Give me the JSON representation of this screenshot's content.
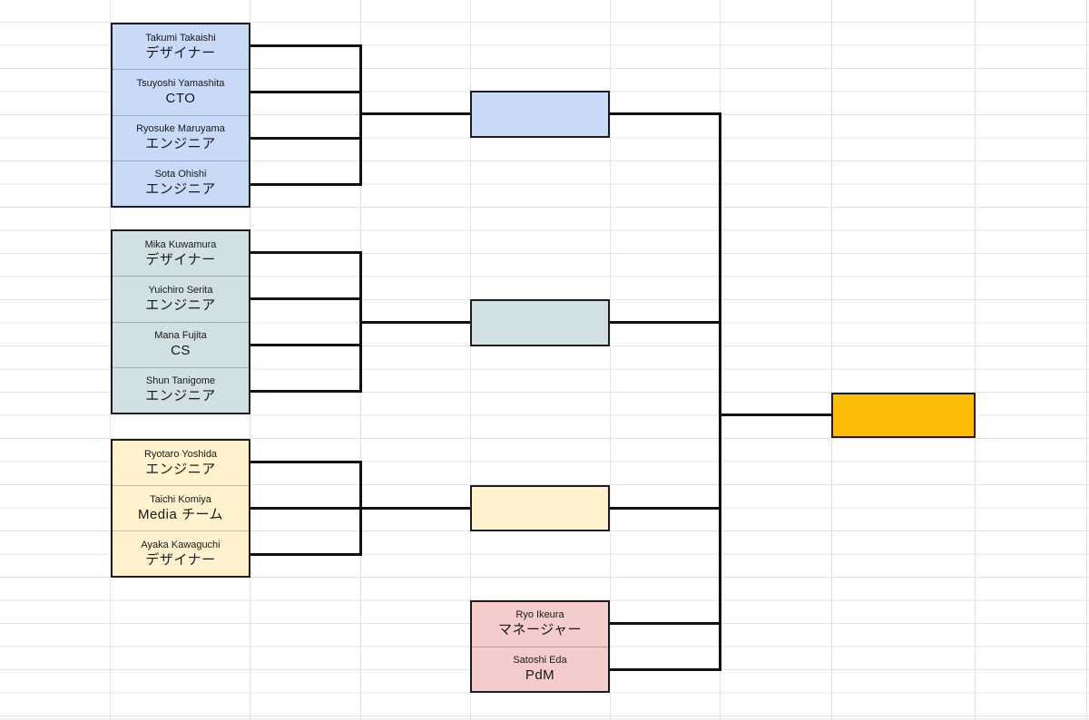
{
  "bracket": {
    "groups": [
      {
        "id": "round1-group1",
        "fill": "#c9daf8",
        "members": [
          {
            "name": "Takumi Takaishi",
            "role": "デザイナー"
          },
          {
            "name": "Tsuyoshi Yamashita",
            "role": "CTO"
          },
          {
            "name": "Ryosuke Maruyama",
            "role": "エンジニア"
          },
          {
            "name": "Sota Ohishi",
            "role": "エンジニア"
          }
        ]
      },
      {
        "id": "round1-group2",
        "fill": "#d0e0e3",
        "members": [
          {
            "name": "Mika Kuwamura",
            "role": "デザイナー"
          },
          {
            "name": "Yuichiro Serita",
            "role": "エンジニア"
          },
          {
            "name": "Mana Fujita",
            "role": "CS"
          },
          {
            "name": "Shun Tanigome",
            "role": "エンジニア"
          }
        ]
      },
      {
        "id": "round1-group3",
        "fill": "#fff2cc",
        "members": [
          {
            "name": "Ryotaro Yoshida",
            "role": "エンジニア"
          },
          {
            "name": "Taichi Komiya",
            "role": "Media チーム"
          },
          {
            "name": "Ayaka Kawaguchi",
            "role": "デザイナー"
          }
        ]
      },
      {
        "id": "round2-group4",
        "fill": "#f4cccc",
        "members": [
          {
            "name": "Ryo Ikeura",
            "role": "マネージャー"
          },
          {
            "name": "Satoshi Eda",
            "role": "PdM"
          }
        ]
      }
    ],
    "winner_boxes": [
      {
        "id": "semifinal-1",
        "fill": "#c9daf8",
        "label": ""
      },
      {
        "id": "semifinal-2",
        "fill": "#d0e0e3",
        "label": ""
      },
      {
        "id": "semifinal-3",
        "fill": "#fff2cc",
        "label": ""
      }
    ],
    "final_box": {
      "id": "final-winner",
      "fill": "#fbbc04",
      "label": ""
    },
    "colors": {
      "connector_line": "#111111",
      "box_border": "#1d1d1d",
      "gridline": "#e4e4e4",
      "text": "#181818"
    }
  }
}
